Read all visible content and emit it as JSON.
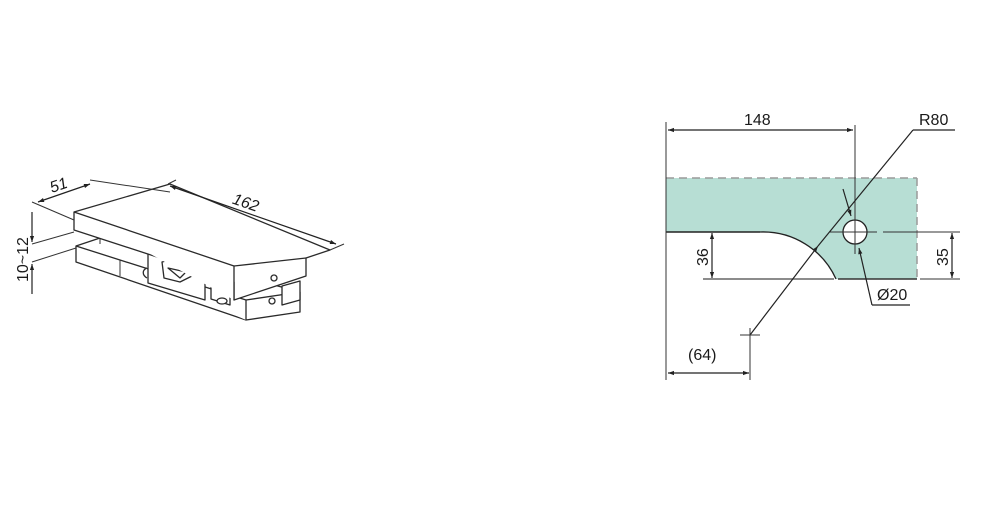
{
  "colors": {
    "glass_fill": "#b7ded4",
    "line": "#222222",
    "dashed_edge": "#999999",
    "background": "#ffffff"
  },
  "isometric_view": {
    "dimensions": {
      "width": "51",
      "length": "162",
      "glass_thickness": "10~12"
    }
  },
  "cutout_view": {
    "dimensions": {
      "hole_center_offset": "148",
      "radius": "R80",
      "hole_diameter": "Ø20",
      "cutout_depth": "36",
      "hole_height": "35",
      "radius_center_offset": "(64)"
    }
  }
}
